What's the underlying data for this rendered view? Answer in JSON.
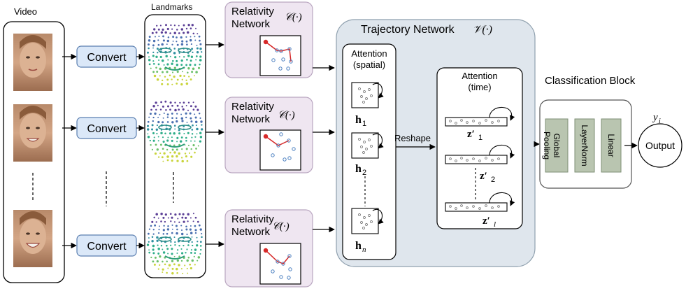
{
  "video": {
    "title": "Video"
  },
  "landmarks": {
    "title": "Landmarks"
  },
  "convert": {
    "label": "Convert"
  },
  "relativity": {
    "line1": "Relativity",
    "line2": "Network",
    "func": "𝒞(·)"
  },
  "trajectory": {
    "title": "Trajectory Network",
    "func": "𝒱(·)"
  },
  "spatial": {
    "line1": "Attention",
    "line2": "(spatial)"
  },
  "h": {
    "base": "h",
    "sub1": "1",
    "sub2": "2",
    "subn": "n"
  },
  "reshape": "Reshape",
  "time": {
    "line1": "Attention",
    "line2": "(time)"
  },
  "z": {
    "base": "z′",
    "sub1": "1",
    "sub2": "2",
    "subl": "l"
  },
  "classification": {
    "title": "Classification Block",
    "pooling_line1": "Global",
    "pooling_line2": "Pooling",
    "layernorm": "LayerNorm",
    "linear": "Linear"
  },
  "output": {
    "var": "y",
    "sub": "i",
    "label": "Output"
  },
  "colors": {
    "convert_fill": "#dbe8f8",
    "convert_stroke": "#5b7fb0",
    "relativity_fill": "#efe6f1",
    "relativity_stroke": "#b9a6c0",
    "trajectory_fill": "#dfe6ed",
    "trajectory_stroke": "#8fa0ae",
    "classifier_fill": "#b9c5b0",
    "classifier_stroke": "#7e8f74",
    "accent_red": "#d62828",
    "marker_blue": "#4a7fc0"
  }
}
